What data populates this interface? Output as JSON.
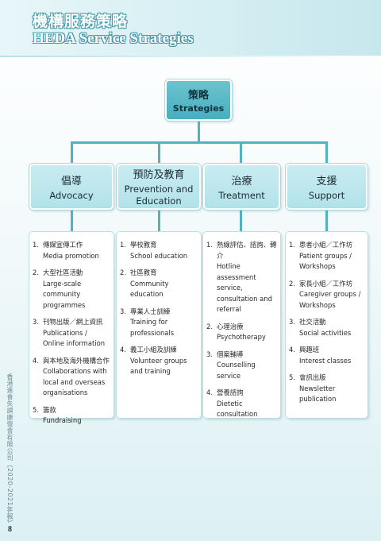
{
  "header": {
    "title_zh": "機構服務策略",
    "title_en": "HEDA Service Strategies"
  },
  "root": {
    "zh": "策略",
    "en": "Strategies"
  },
  "categories": [
    {
      "zh": "倡導",
      "en": "Advocacy",
      "items": [
        {
          "num": "1.",
          "zh": "傳媒宣傳工作",
          "en": "Media promotion"
        },
        {
          "num": "2.",
          "zh": "大型社區活動",
          "en": "Large-scale community programmes"
        },
        {
          "num": "3.",
          "zh": "刊物出版／網上資訊",
          "en": "Publications / Online information"
        },
        {
          "num": "4.",
          "zh": "與本地及海外機構合作",
          "en": "Collaborations with local and overseas organisations"
        },
        {
          "num": "5.",
          "zh": "籌款",
          "en": "Fundraising"
        }
      ]
    },
    {
      "zh": "預防及教育",
      "en": "Prevention and Education",
      "items": [
        {
          "num": "1.",
          "zh": "學校教育",
          "en": "School education"
        },
        {
          "num": "2.",
          "zh": "社區教育",
          "en": "Community education"
        },
        {
          "num": "3.",
          "zh": "專業人士訓練",
          "en": "Training for professionals"
        },
        {
          "num": "4.",
          "zh": "義工小組及訓練",
          "en": "Volunteer groups and training"
        }
      ]
    },
    {
      "zh": "治療",
      "en": "Treatment",
      "items": [
        {
          "num": "1.",
          "zh": "熱線評估、諮詢、轉介",
          "en": "Hotline assessment service, consultation and referral"
        },
        {
          "num": "2.",
          "zh": "心理治療",
          "en": "Psychotherapy"
        },
        {
          "num": "3.",
          "zh": "個案輔導",
          "en": "Counselling service"
        },
        {
          "num": "4.",
          "zh": "營養諮詢",
          "en": "Dietetic consultation"
        }
      ]
    },
    {
      "zh": "支援",
      "en": "Support",
      "items": [
        {
          "num": "1.",
          "zh": "患者小組／工作坊",
          "en": "Patient groups / Workshops"
        },
        {
          "num": "2.",
          "zh": "家長小組／工作坊",
          "en": "Caregiver groups / Workshops"
        },
        {
          "num": "3.",
          "zh": "社交活動",
          "en": "Social activities"
        },
        {
          "num": "4.",
          "zh": "興趣班",
          "en": "Interest classes"
        },
        {
          "num": "5.",
          "zh": "會訊出版",
          "en": "Newsletter publication"
        }
      ]
    }
  ],
  "side_text": "香港進食失調康復會有限公司（2020-2021年報）",
  "page_number": "8",
  "colors": {
    "accent": "#47afbf",
    "connector": "#4fb3c2",
    "category_fill": "#c8ecf1"
  }
}
